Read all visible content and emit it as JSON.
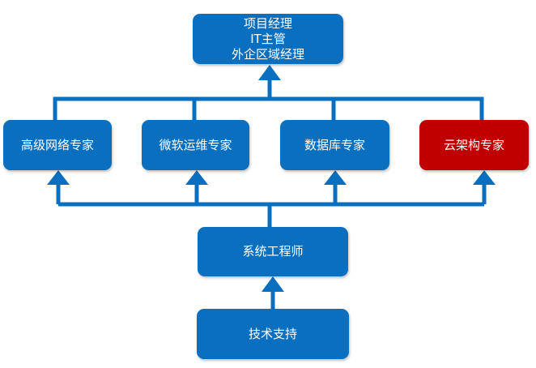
{
  "colors": {
    "primary": "#0b6fbf",
    "highlight": "#c00000",
    "text": "#ffffff"
  },
  "nodes": {
    "manager": {
      "lines": [
        "项目经理",
        "IT主管",
        "外企区域经理"
      ]
    },
    "network": {
      "label": "高级网络专家"
    },
    "ms_ops": {
      "label": "微软运维专家"
    },
    "database": {
      "label": "数据库专家"
    },
    "cloud": {
      "label": "云架构专家"
    },
    "sysadmin": {
      "label": "系统工程师"
    },
    "support": {
      "label": "技术支持"
    }
  }
}
